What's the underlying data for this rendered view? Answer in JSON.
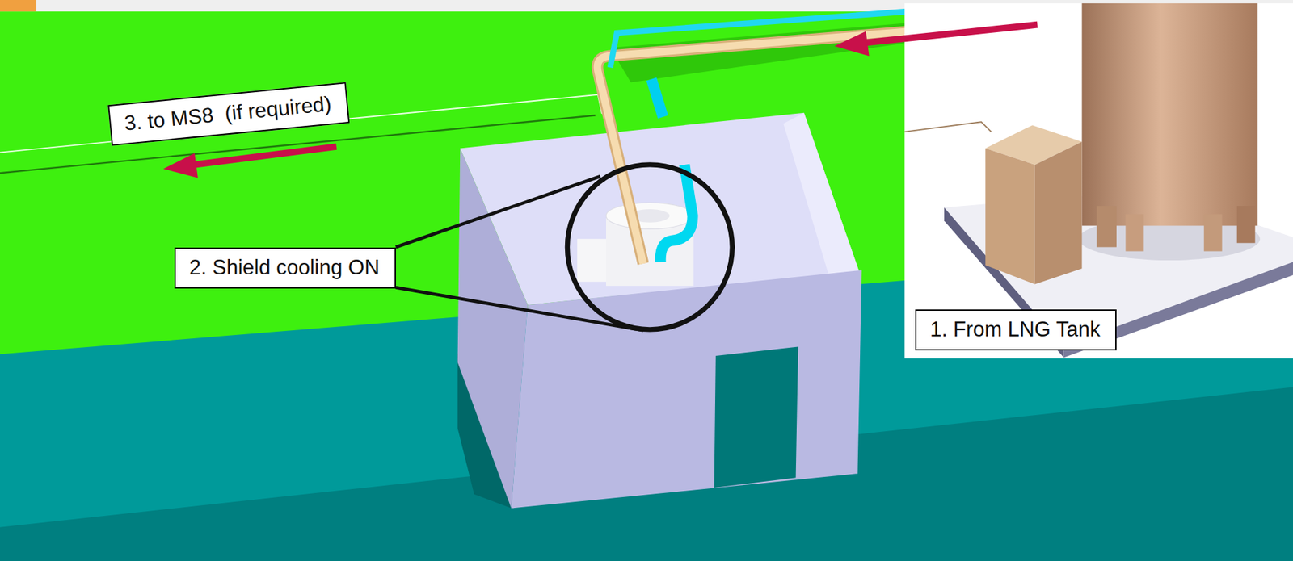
{
  "diagram": {
    "nodes": [
      {
        "text": [
          "3. to MS8  (if required)"
        ]
      },
      {
        "text": [
          "2. Shield cooling ON"
        ]
      },
      {
        "text": [
          "1. From LNG Tank"
        ]
      }
    ]
  }
}
